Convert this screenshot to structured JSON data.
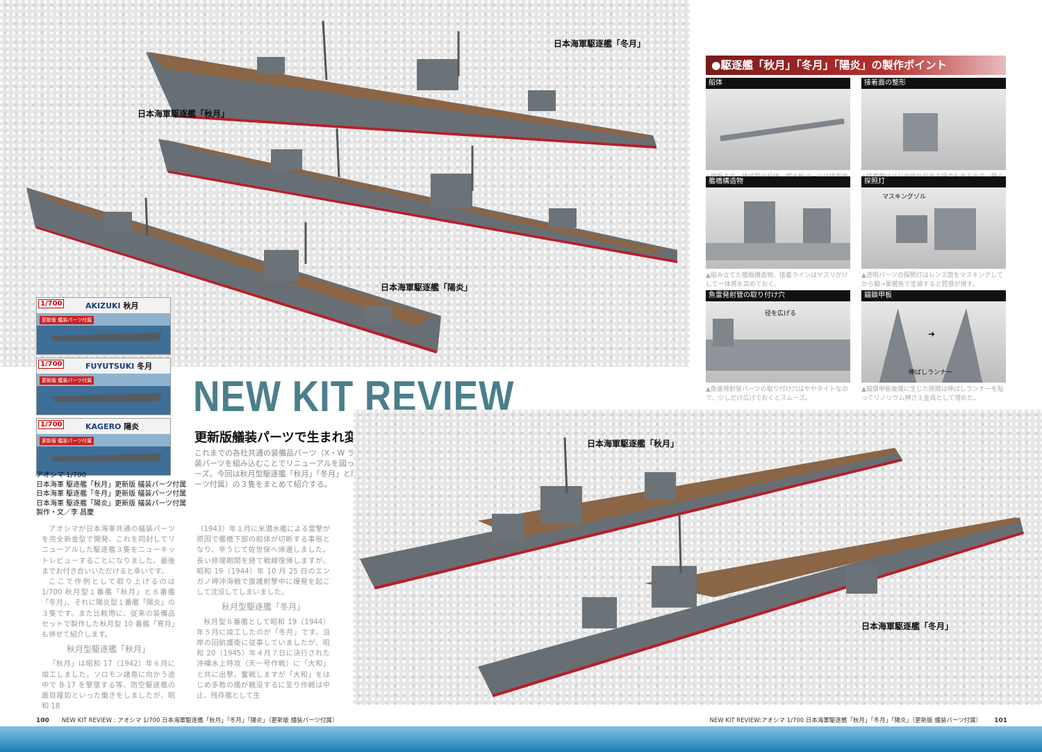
{
  "ship_photos_top": {
    "label_fuyutsuki": "日本海軍駆逐艦「冬月」",
    "label_akizuki": "日本海軍駆逐艦「秋月」",
    "label_kagero": "日本海軍駆逐艦「陽炎」"
  },
  "kit_boxes": [
    {
      "scale": "1/700",
      "name_en": "AKIZUKI",
      "name_jp": "秋月",
      "badge": "更新版 艦装パーツ付属"
    },
    {
      "scale": "1/700",
      "name_en": "FUYUTSUKI",
      "name_jp": "冬月",
      "badge": "更新版 艦装パーツ付属"
    },
    {
      "scale": "1/700",
      "name_en": "KAGERO",
      "name_jp": "陽炎",
      "badge": "更新版 艦装パーツ付属"
    }
  ],
  "credits": [
    "アオシマ 1/700",
    "日本海軍 駆逐艦「秋月」更新版 艤装パーツ付属",
    "日本海軍 駆逐艦「冬月」更新版 艤装パーツ付属",
    "日本海軍 駆逐艦「陽炎」更新版 艤装パーツ付属",
    "製作・文／李 昌慶"
  ],
  "title": "NEW KIT REVIEW",
  "subtitle": "更新版艤装パーツで生まれ変わったアオシマ駆逐艦",
  "lead": "これまでの各社共通の装備品パーツ（X・W ランナー）に代えて、新規に独自開発された艤装パーツを組み込むことでリニューアルを図ったアオシマの 1/700 ウォーターラインシリーズ。今回は秋月型駆逐艦「秋月」「冬月」と陽炎型駆逐艦「陽炎」（いずれも更新版 艤装パーツ付属）の３隻をまとめて紹介する。",
  "body": {
    "col1_p1": "アオシマが日本海軍共通の艤装パーツを完全新金型で開発、これを同封してリニューアルした駆逐艦３隻をニューキットレビューすることになりました。最後までお付き合いいただけると幸いです。",
    "col1_p2": "ここで作例として取り上げるのは 1/700 秋月型１番艦「秋月」と８番艦「冬月」、それに陽炎型１番艦「陽炎」の３隻です。また比較用に、従来の装備品セットで製作した秋月型 10 番艦「宵月」も併せて紹介します。",
    "col1_h": "秋月型駆逐艦「秋月」",
    "col1_p3": "「秋月」は昭和 17（1942）年６月に竣工しました。ソロモン諸島に向かう途中で B-17 を撃墜する等、防空駆逐艦の面目躍如といった働きをしましたが、昭和 18",
    "col2_p1": "（1943）年１月に米潜水艦による雷撃が原因で艦橋下部の船体が切断する事態となり、辛うじて佐世保へ帰還しました。長い修理期間を経て戦線復帰しますが、昭和 19（1944）年 10 月 25 日のエンガノ岬沖海戦で援護射撃中に爆発を起こして沈没してしまいました。",
    "col2_h": "秋月型駆逐艦「冬月」",
    "col2_p2": "秋月型８番艦として昭和 19（1944）年５月に竣工したのが「冬月」です。沿岸の回航護衛に従事していましたが、昭和 20（1945）年４月７日に決行された沖縄水上特攻（天一号作戦）に「大和」と共に出撃。奮戦しますが「大和」をはじめ多数の艦が戦没するに至り作戦は中止、残存艦として生"
  },
  "points": {
    "header": "●駆逐艦「秋月」「冬月」「陽炎」の製作ポイント",
    "panels": [
      {
        "title": "船体",
        "caption": "▲甲板まで一体成型の船体。喫水板パーツは接着後に合わせ目を丁寧に整形しておきたい。"
      },
      {
        "title": "接着面の整形",
        "caption": "▲接着面はバリや捲れがある場合もあるので、軽く平らにヤスることで密着度を増しておく。"
      },
      {
        "title": "艦橋構造物",
        "caption": "▲組み立てた艦橋構造物。接着ラインはヤスリがけして一体感を高めておく。"
      },
      {
        "title": "探照灯",
        "caption": "▲透明パーツの探照灯はレンズ面をマスキングしてから銀→軍艦色で塗装すると質感が増す。",
        "annotation": "マスキングゾル"
      },
      {
        "title": "魚雷発射管の取り付け穴",
        "caption": "▲魚雷発射管パーツの取り付け穴はややタイトなので、少しだけ広げておくとスムーズ。",
        "annotation": "径を広げる"
      },
      {
        "title": "錨鎖甲板",
        "caption": "▲錨鎖甲板後端に生じた隙間は伸ばしランナーを貼ってリノリウム押さえ金具として埋めた。",
        "annotation": "伸ばしランナー"
      }
    ]
  },
  "ship_photos_bottom": {
    "label_akizuki": "日本海軍駆逐艦「秋月」",
    "label_fuyutsuki": "日本海軍駆逐艦「冬月」"
  },
  "footer": {
    "left_page": "100",
    "left_text": "NEW KIT REVIEW : アオシマ 1/700 日本海軍駆逐艦「秋月」「冬月」「陽炎」（更新版 艤装パーツ付属）",
    "right_text": "NEW KIT REVIEW:アオシマ 1/700 日本海軍駆逐艦「秋月」「冬月」「陽炎」（更新版 艤装パーツ付属）",
    "right_page": "101"
  },
  "colors": {
    "title": "#4b7f8a",
    "header_red": "#b53030",
    "hull_grey": "#676f74",
    "deck_brown": "#8a6546"
  }
}
